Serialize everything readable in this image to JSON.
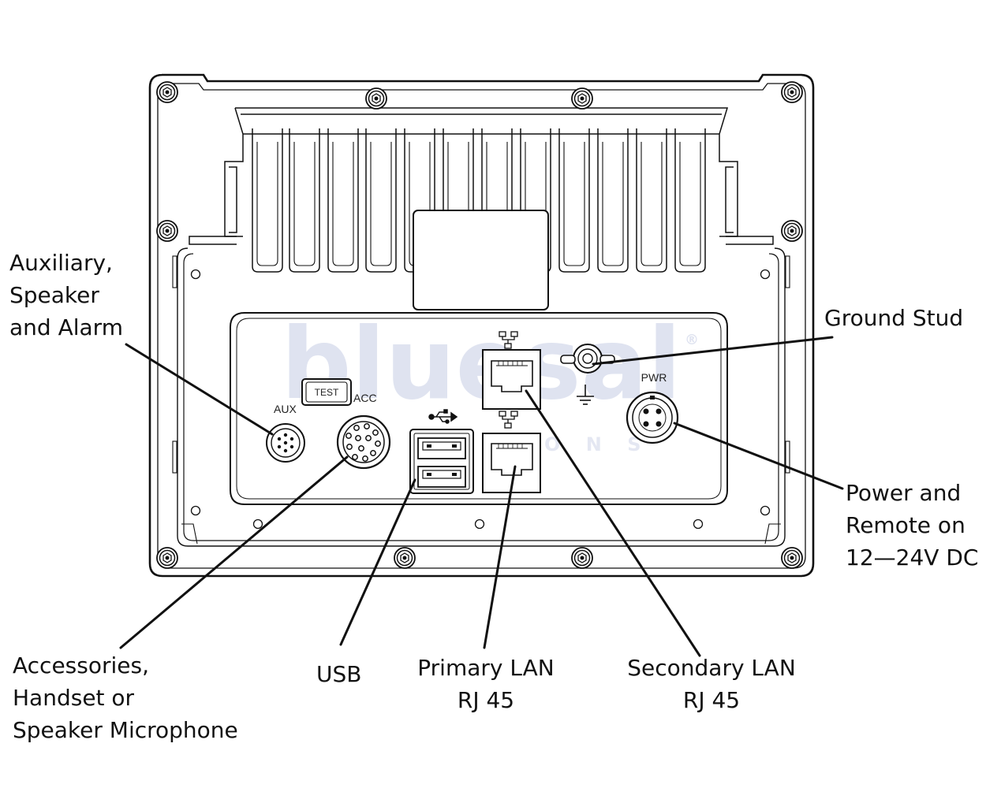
{
  "device_labels": {
    "aux": "AUX",
    "test": "TEST",
    "acc": "ACC",
    "pwr": "PWR"
  },
  "watermark": {
    "brand": "bluesal",
    "registered": "®",
    "sub": "O N S"
  },
  "callouts": {
    "aux": [
      "Auxiliary,",
      "Speaker",
      "and Alarm"
    ],
    "ground": [
      "Ground Stud"
    ],
    "power": [
      "Power and",
      "Remote on",
      "12—24V DC"
    ],
    "accessories": [
      "Accessories,",
      "Handset or",
      "Speaker Microphone"
    ],
    "usb": [
      "USB"
    ],
    "primary_lan": [
      "Primary LAN",
      "RJ 45"
    ],
    "secondary_lan": [
      "Secondary LAN",
      "RJ 45"
    ]
  },
  "colors": {
    "line": "#111111",
    "watermark": "#dfe3f0"
  },
  "icons": [
    "usb-icon",
    "network-icon",
    "ground-symbol-icon",
    "screw-icon"
  ]
}
